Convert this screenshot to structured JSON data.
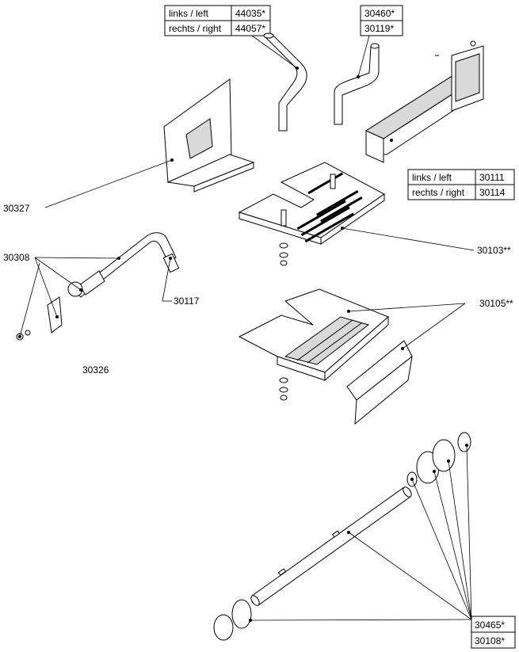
{
  "tables": {
    "hose_top_left": {
      "rows": [
        {
          "side": "links / left",
          "part": "44035*"
        },
        {
          "side": "rechts / right",
          "part": "44057*"
        }
      ]
    },
    "hose_top_mid": {
      "rows": [
        {
          "part": "30460*"
        },
        {
          "part": "30119*"
        }
      ]
    },
    "plate_side": {
      "rows": [
        {
          "side": "links / left",
          "part": "30111"
        },
        {
          "side": "rechts / right",
          "part": "30114"
        }
      ]
    },
    "shaft_parts": {
      "rows": [
        {
          "part": "30465*"
        },
        {
          "part": "30108*"
        }
      ]
    }
  },
  "labels": {
    "l30327": "30327",
    "l30308": "30308",
    "l30117": "30117",
    "l30326": "30326",
    "l30103": "30103**",
    "l30105": "30105**"
  },
  "colors": {
    "line": "#000000",
    "shade": "#d9d9d9",
    "background": "#ffffff"
  }
}
